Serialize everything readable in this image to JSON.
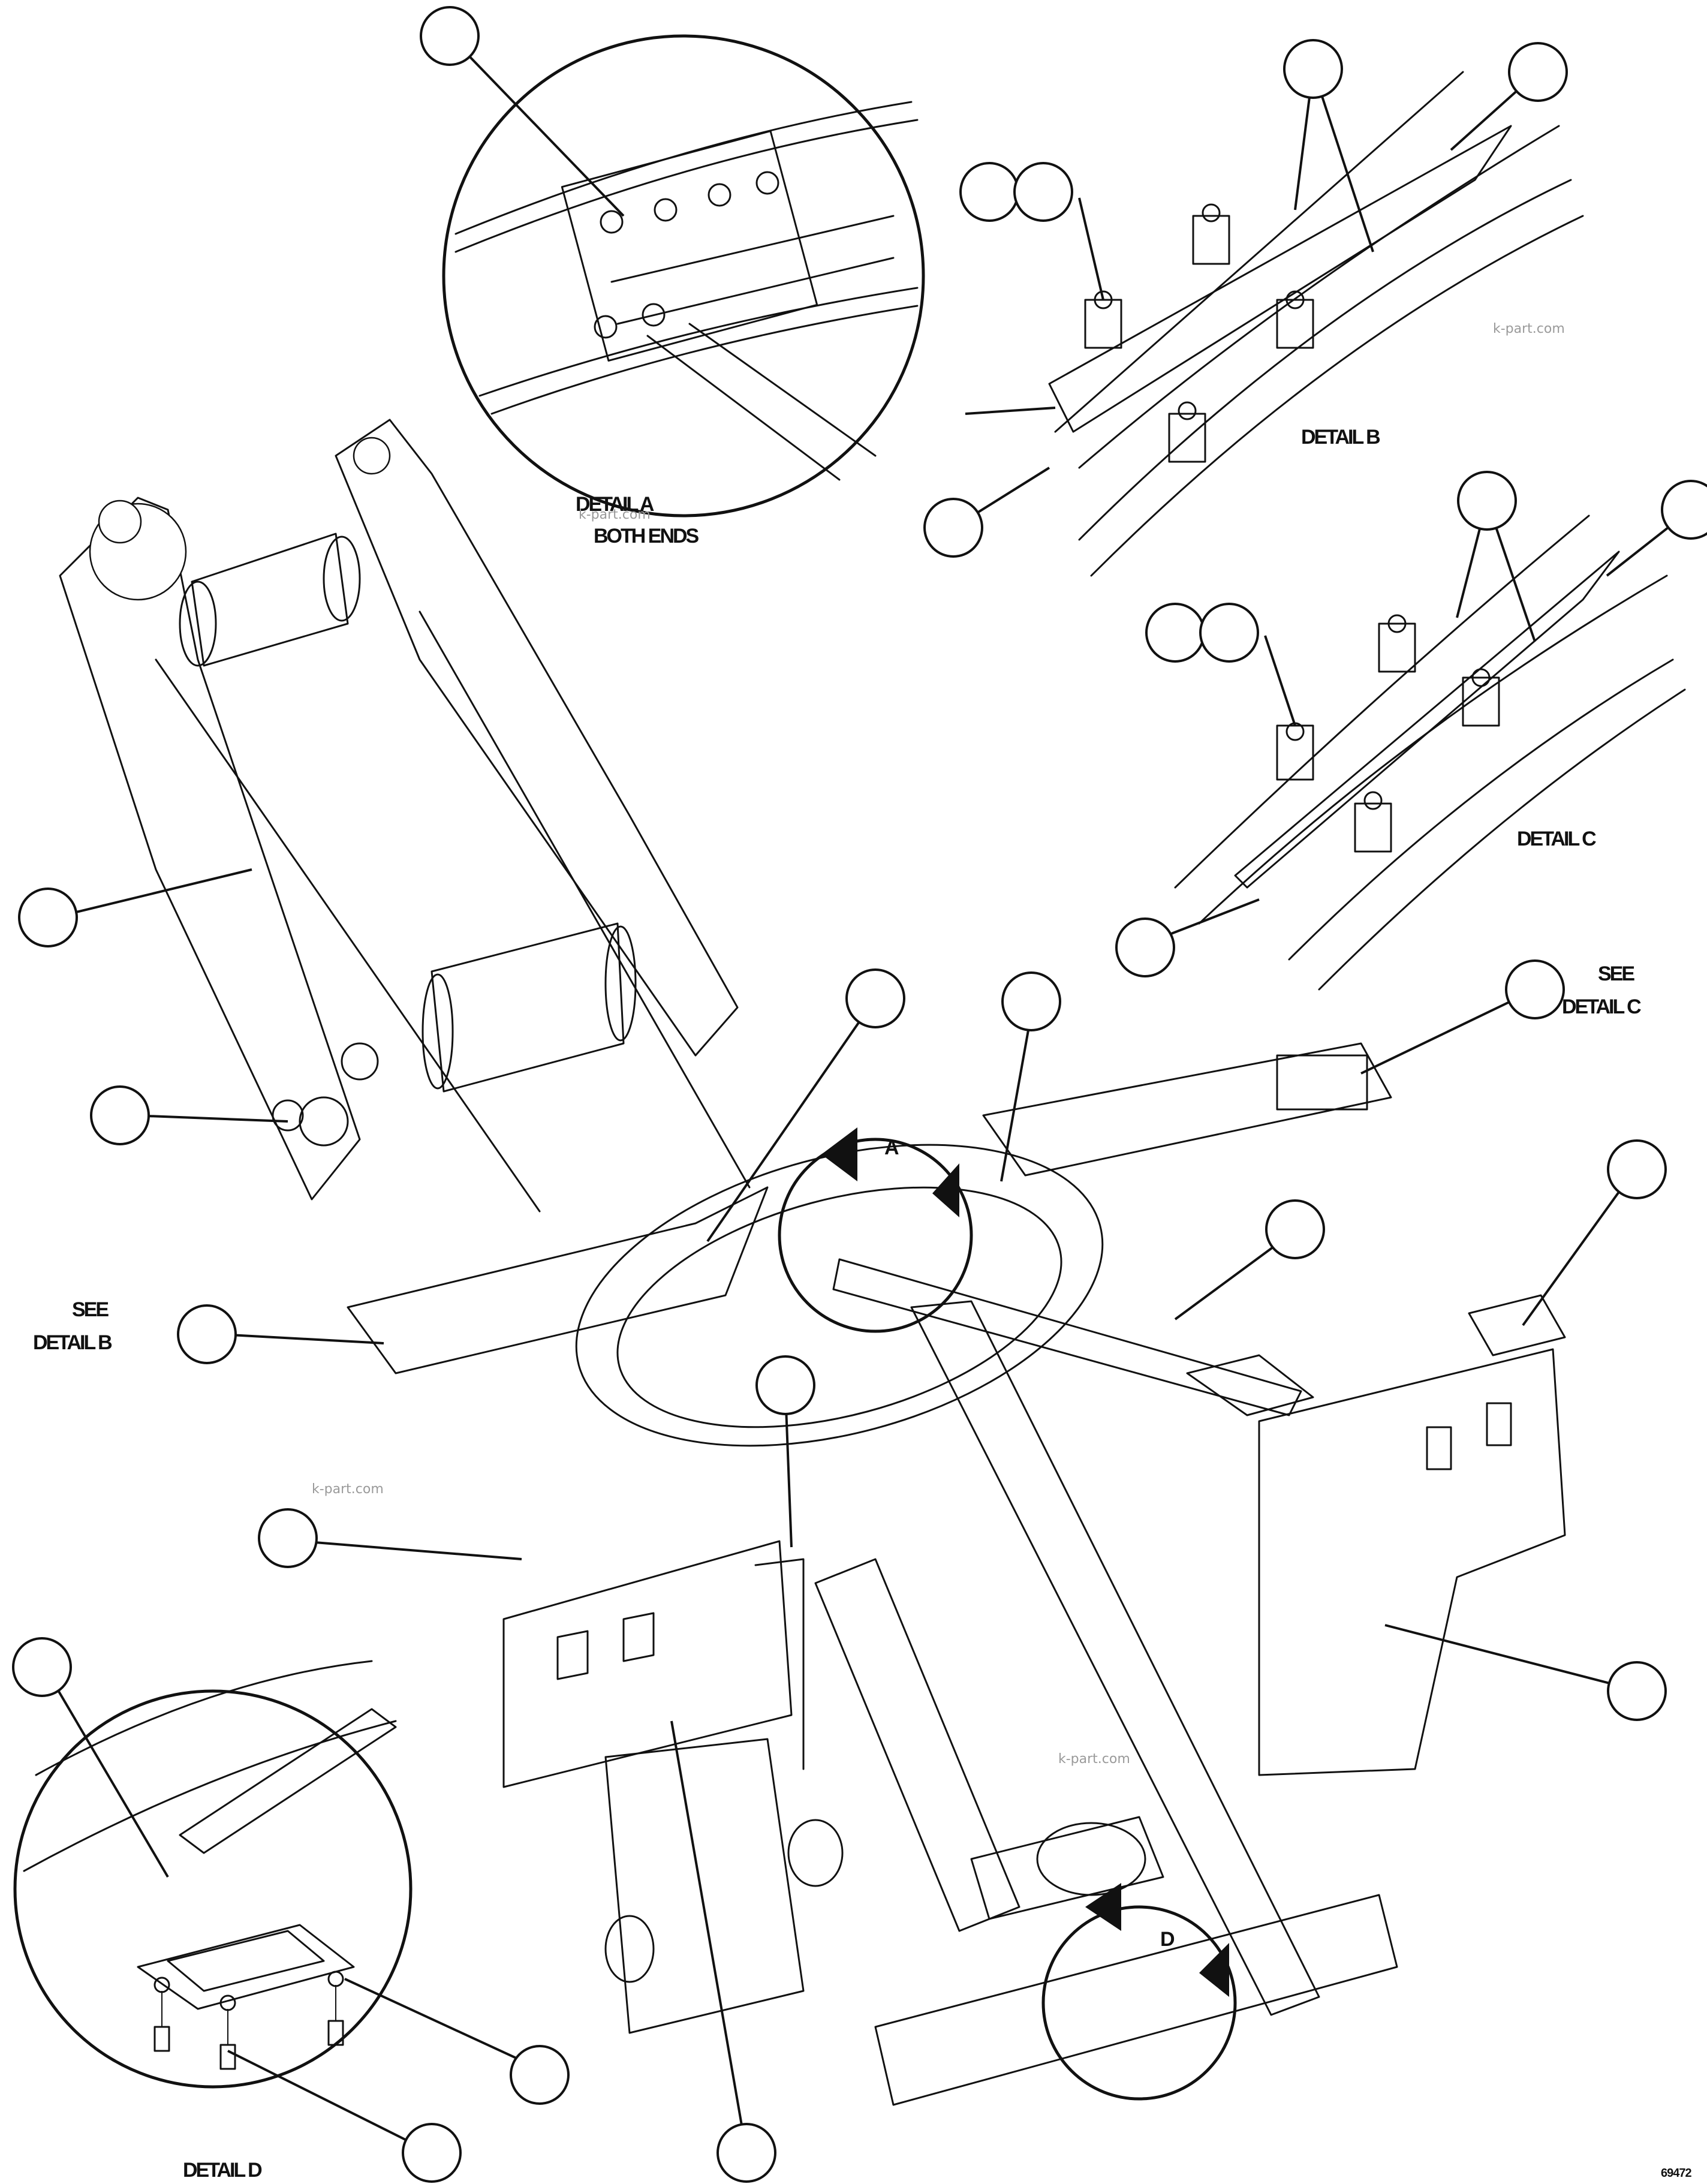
{
  "labels": {
    "detail_a_line1": "DETAIL A",
    "detail_a_line2": "BOTH ENDS",
    "detail_b": "DETAIL B",
    "detail_c": "DETAIL C",
    "detail_d": "DETAIL D",
    "see_detail_b_line1": "SEE",
    "see_detail_b_line2": "DETAIL B",
    "see_detail_c_line1": "SEE",
    "see_detail_c_line2": "DETAIL C",
    "view_a": "A",
    "view_d": "D",
    "drawing_number": "69472"
  },
  "watermarks": [
    "k-part.com",
    "k-part.com",
    "k-part.com",
    "k-part.com"
  ],
  "callouts": [
    {
      "name": "callout-detail-a-top"
    },
    {
      "name": "callout-detail-b-top-left"
    },
    {
      "name": "callout-detail-b-top-right"
    },
    {
      "name": "callout-detail-b-bolt-1"
    },
    {
      "name": "callout-detail-b-bolt-2"
    },
    {
      "name": "callout-detail-b-bottom"
    },
    {
      "name": "callout-detail-c-top-left"
    },
    {
      "name": "callout-detail-c-top-right"
    },
    {
      "name": "callout-detail-c-bolt-1"
    },
    {
      "name": "callout-detail-c-bolt-2"
    },
    {
      "name": "callout-detail-c-bottom"
    },
    {
      "name": "callout-boom-arm"
    },
    {
      "name": "callout-pivot-pin"
    },
    {
      "name": "callout-left-rail"
    },
    {
      "name": "callout-left-plate"
    },
    {
      "name": "callout-ring-center"
    },
    {
      "name": "callout-right-rail"
    },
    {
      "name": "callout-cross-tube"
    },
    {
      "name": "callout-right-bracket"
    },
    {
      "name": "callout-left-mount"
    },
    {
      "name": "callout-right-panel"
    },
    {
      "name": "callout-detail-d-top"
    },
    {
      "name": "callout-detail-d-bolt"
    },
    {
      "name": "callout-detail-d-washer"
    },
    {
      "name": "callout-bottom-leg"
    },
    {
      "name": "callout-upper-post"
    }
  ]
}
